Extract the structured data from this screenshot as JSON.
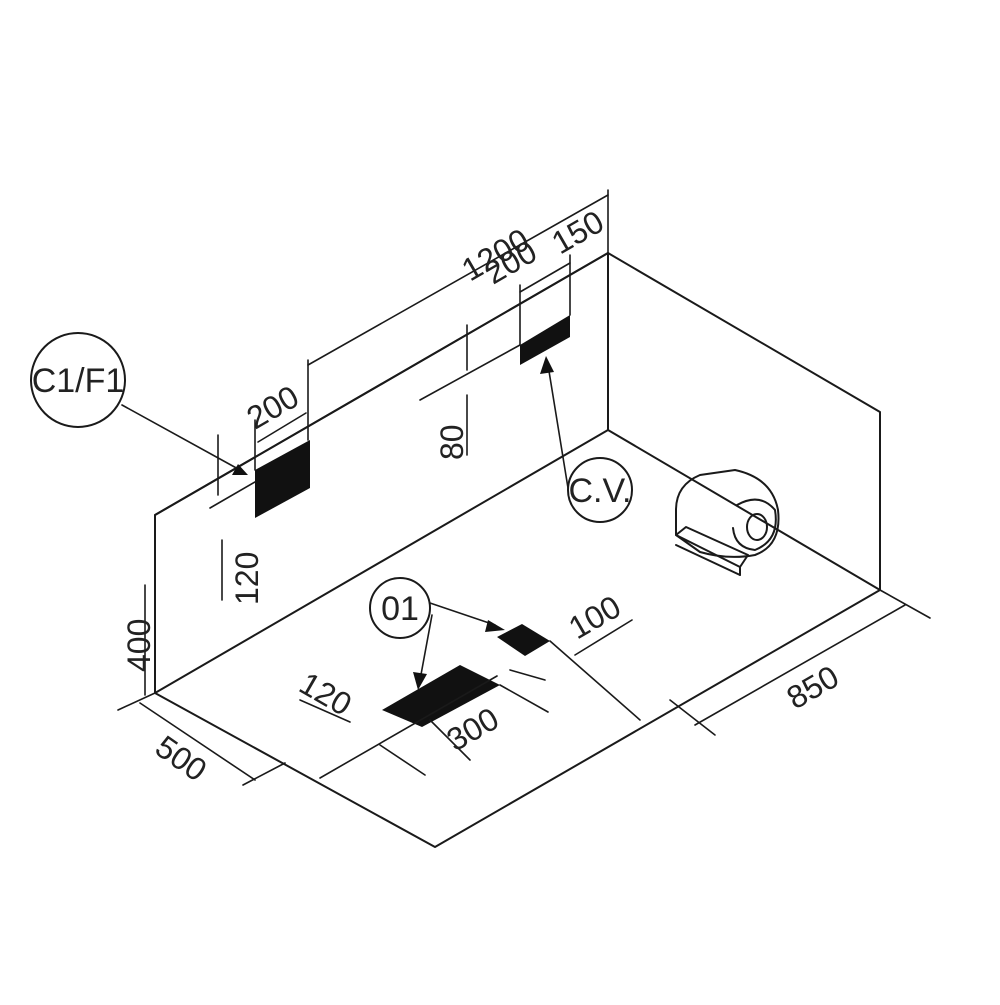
{
  "diagram": {
    "dimensions": {
      "length": "1200",
      "rear_left_opening": "200",
      "rear_right_opening": "200",
      "rear_right_offset": "150",
      "rear_height_offset": "80",
      "rear_left_height_offset": "120",
      "box_height": "400",
      "box_depth": "500",
      "box_width": "850",
      "floor_left_offset": "120",
      "floor_opening_width": "300",
      "floor_right_offset": "100"
    },
    "callouts": {
      "c1f1": "C1/F1",
      "cv": "C.V.",
      "o1": "01"
    }
  }
}
